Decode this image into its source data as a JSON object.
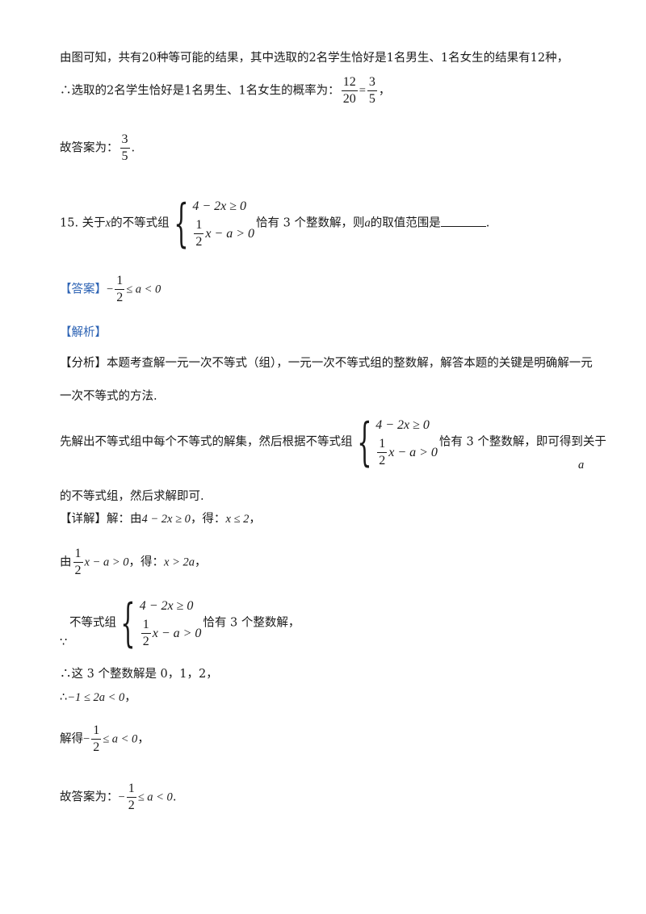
{
  "l1": "由图可知，共有20种等可能的结果，其中选取的2名学生恰好是1名男生、1名女生的结果有12种，",
  "l2": {
    "text": "∴选取的2名学生恰好是1名男生、1名女生的概率为：",
    "f1n": "12",
    "f1d": "20",
    "eq": "=",
    "f2n": "3",
    "f2d": "5",
    "tail": "，"
  },
  "l3": {
    "text": "故答案为：",
    "fn": "3",
    "fd": "5",
    "tail": "."
  },
  "q15": {
    "pre": "15. 关于",
    "x": "x",
    "mid": "的不等式组",
    "r1": "4 − 2x ≥ 0",
    "r2n": "1",
    "r2d": "2",
    "r2t": "x − a > 0",
    "post": "恰有 3 个整数解，则",
    "a": "a",
    "post2": "的取值范围是",
    "end": "."
  },
  "ans": {
    "tag": "【答案】",
    "neg": "−",
    "fn": "1",
    "fd": "2",
    "rest": "≤ a < 0"
  },
  "jiexi": "【解析】",
  "fenxi1": "【分析】本题考查解一元一次不等式（组），一元一次不等式组的整数解，解答本题的关键是明确解一元",
  "fenxi2": "一次不等式的方法.",
  "xian": {
    "pre": "先解出不等式组中每个不等式的解集，然后根据不等式组",
    "post": "恰有 3 个整数解，即可得到关于",
    "a": "a"
  },
  "xian2": "的不等式组，然后求解即可.",
  "xiang": {
    "pre": "【详解】解：由",
    "m1": "4 − 2x ≥ 0",
    "mid": "，得：",
    "m2": "x ≤ 2",
    "tail": "，"
  },
  "you": {
    "pre": "由",
    "fn": "1",
    "fd": "2",
    "m": "x − a > 0",
    "mid": "，得：",
    "r": "x > 2a",
    "tail": "，"
  },
  "because": {
    "sym": "∵",
    "pre": "不等式组",
    "post": "恰有 3 个整数解，"
  },
  "so1": "∴这 3 个整数解是 0，1，2，",
  "so2": {
    "sym": "∴",
    "m": "−1 ≤ 2a < 0",
    "tail": "，"
  },
  "jie": {
    "pre": "解得",
    "neg": "−",
    "fn": "1",
    "fd": "2",
    "m": "≤ a < 0",
    "tail": "，"
  },
  "final": {
    "pre": "故答案为：",
    "neg": "−",
    "fn": "1",
    "fd": "2",
    "m": "≤ a < 0",
    "tail": "."
  }
}
